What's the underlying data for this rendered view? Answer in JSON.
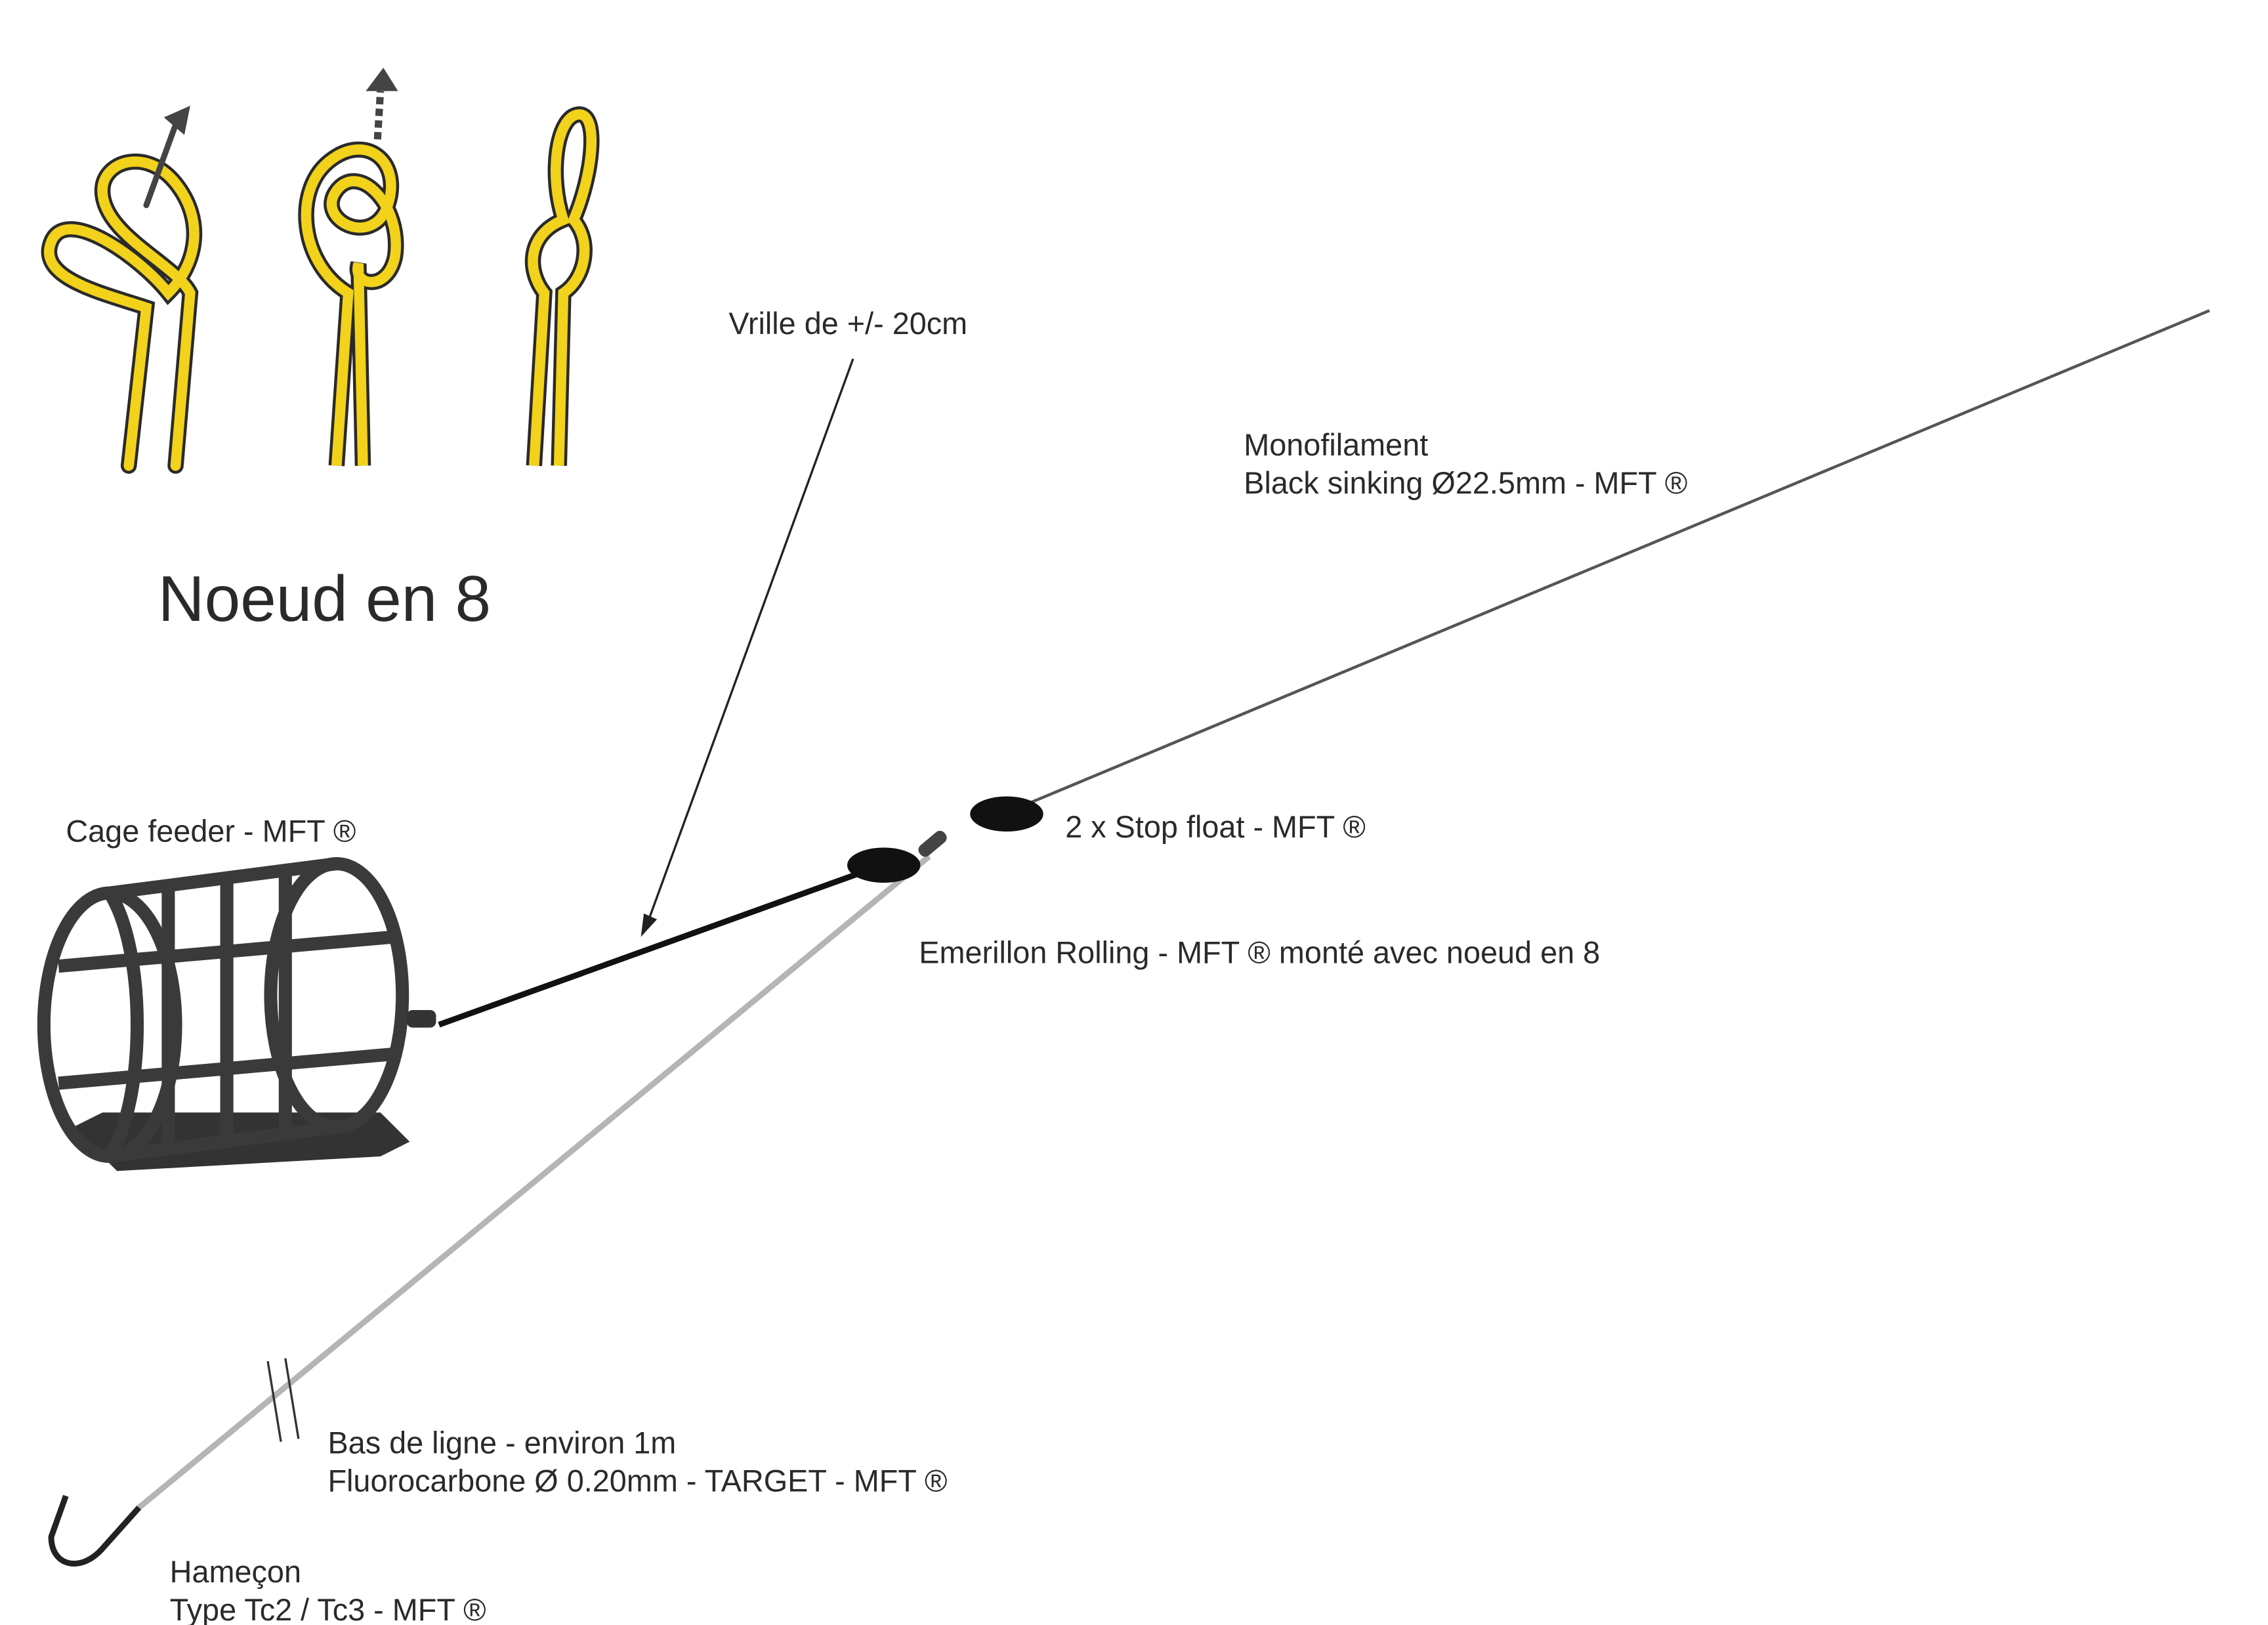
{
  "title": "Noeud en 8",
  "labels": {
    "vrille": "Vrille de +/- 20cm",
    "mono_line1": "Monofilament",
    "mono_line2": "Black sinking Ø22.5mm - MFT ®",
    "cage": "Cage feeder - MFT ®",
    "stop_float": "2 x Stop float  - MFT ®",
    "emerillon": "Emerillon Rolling - MFT ® monté avec noeud en 8",
    "bas_line1": "Bas de ligne - environ 1m",
    "bas_line2": "Fluorocarbone Ø 0.20mm - TARGET - MFT ®",
    "hamecon_line1": "Hameçon",
    "hamecon_line2": "Type Tc2 / Tc3 - MFT ®"
  },
  "colors": {
    "knot_rope": "#f2d21b",
    "knot_outline": "#2a2a2a",
    "feeder": "#3a3a3a",
    "fluoro": "#b5b5b5",
    "mono": "#555555"
  }
}
